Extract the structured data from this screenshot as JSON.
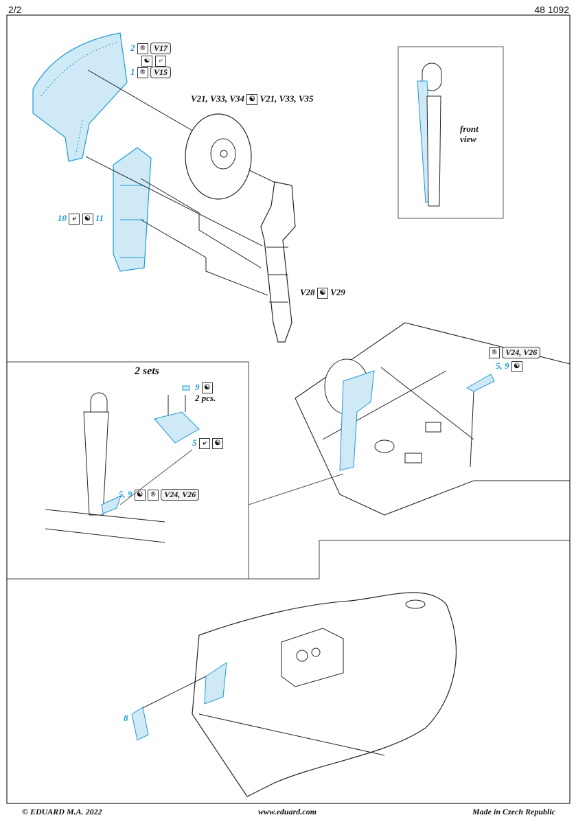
{
  "header": {
    "page": "2/2",
    "code": "48 1092"
  },
  "labels": {
    "p2": "2",
    "v17": "V17",
    "p1": "1",
    "v15": "V15",
    "wheel_parts_a": "V21, V33, V34",
    "wheel_parts_b": "V21, V33, V35",
    "front_view_1": "front",
    "front_view_2": "view",
    "p10": "10",
    "p11": "11",
    "v28": "V28",
    "v29": "V29",
    "v24_v26": "V24, V26",
    "p5_9": "5, 9",
    "sets": "2 sets",
    "p9": "9",
    "pcs": "2 pcs.",
    "p5": "5",
    "p5_9_left": "5, 9",
    "v24_v26_left": "V24, V26",
    "p8": "8"
  },
  "icons": [
    "etch-r-icon",
    "fold-icon",
    "yinyang-icon"
  ],
  "footer": {
    "copyright": "© EDUARD  M.A. 2022",
    "url": "www.eduard.com",
    "made_in": "Made in Czech Republic"
  },
  "colors": {
    "etch_blue": "#1c9ad6",
    "line": "#222222"
  }
}
